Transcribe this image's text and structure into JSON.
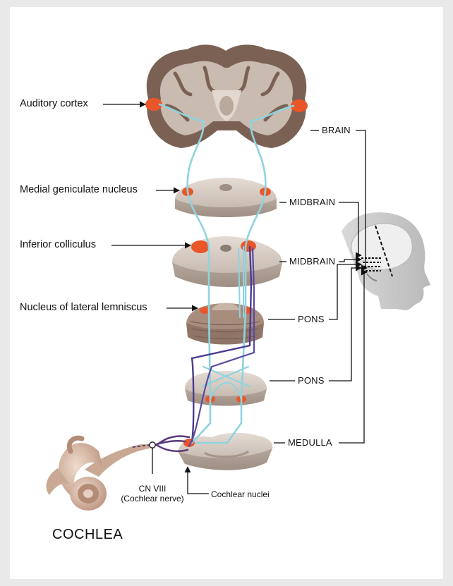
{
  "left_labels": {
    "auditory_cortex": "Auditory cortex",
    "medial_geniculate": "Medial geniculate nucleus",
    "inferior_colliculus": "Inferior colliculus",
    "lateral_lemniscus": "Nucleus of lateral lemniscus"
  },
  "right_labels": {
    "brain": "BRAIN",
    "midbrain_1": "MIDBRAIN",
    "midbrain_2": "MIDBRAIN",
    "pons_1": "PONS",
    "pons_2": "PONS",
    "medulla": "MEDULLA"
  },
  "bottom_labels": {
    "cn_viii_line1": "CN VIII",
    "cn_viii_line2": "(Cochlear nerve)",
    "cochlear_nuclei": "Cochlear nuclei",
    "cochlea": "COCHLEA"
  },
  "colors": {
    "nucleus_orange": "#e8562a",
    "pathway_cyan": "#8fd3df",
    "pathway_purple": "#4b3b8f",
    "cortex_brown": "#7a5f52",
    "section_beige": "#cfc3ba"
  }
}
